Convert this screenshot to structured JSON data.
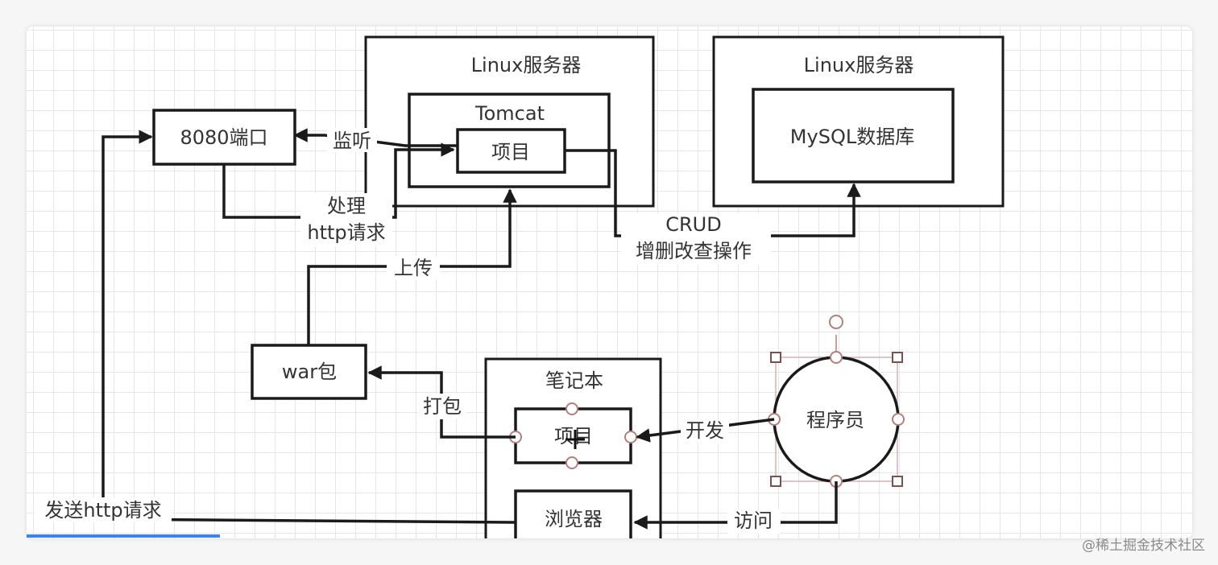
{
  "diagram": {
    "nodes": {
      "linux_server_1": "Linux服务器",
      "linux_server_2": "Linux服务器",
      "tomcat": "Tomcat",
      "project_server": "项目",
      "port": "8080端口",
      "mysql": "MySQL数据库",
      "war": "war包",
      "laptop": "笔记本",
      "project_local": "项目",
      "browser": "浏览器",
      "programmer": "程序员"
    },
    "edges": {
      "listen": "监听",
      "handle_1": "处理",
      "handle_2": "http请求",
      "upload": "上传",
      "crud_1": "CRUD",
      "crud_2": "增删改查操作",
      "package": "打包",
      "develop": "开发",
      "visit": "访问",
      "send_http": "发送http请求"
    }
  },
  "watermark": "@稀土掘金技术社区",
  "colors": {
    "line": "#1a1a1a",
    "grid": "#e6e6e6",
    "selection_handle": "#b08080",
    "selection_bar": "#3b82f6"
  }
}
